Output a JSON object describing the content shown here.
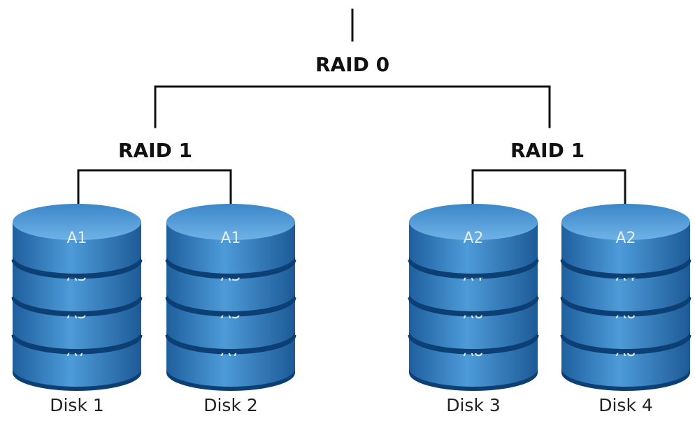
{
  "top_label": "RAID 0",
  "mirrors": [
    {
      "label": "RAID 1",
      "disks": [
        {
          "name": "Disk 1",
          "blocks": [
            "A1",
            "A3",
            "A5",
            "A7"
          ]
        },
        {
          "name": "Disk 2",
          "blocks": [
            "A1",
            "A3",
            "A5",
            "A7"
          ]
        }
      ]
    },
    {
      "label": "RAID 1",
      "disks": [
        {
          "name": "Disk 3",
          "blocks": [
            "A2",
            "A4",
            "A6",
            "A8"
          ]
        },
        {
          "name": "Disk 4",
          "blocks": [
            "A2",
            "A4",
            "A6",
            "A8"
          ]
        }
      ]
    }
  ],
  "colors": {
    "disk_top": "#4b97d4",
    "disk_body": "#2f74b8",
    "disk_band": "#0c3f73",
    "line": "#111111"
  }
}
